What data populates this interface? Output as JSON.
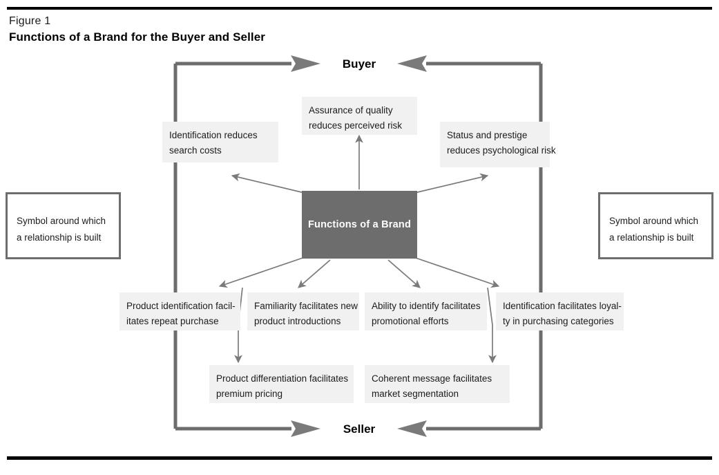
{
  "figure": {
    "label": "Figure 1",
    "title": "Functions of a Brand for the Buyer and Seller"
  },
  "diagram": {
    "type": "concept-map",
    "center": {
      "label": "Functions of a Brand"
    },
    "poles": {
      "top": "Buyer",
      "bottom": "Seller"
    },
    "buyer_functions": [
      {
        "id": "identification-reduces-search-costs",
        "line1": "Identification reduces",
        "line2": "search costs"
      },
      {
        "id": "assurance-of-quality",
        "line1": "Assurance of quality",
        "line2": "reduces perceived risk"
      },
      {
        "id": "status-and-prestige",
        "line1": "Status and prestige",
        "line2": "reduces psychological risk"
      }
    ],
    "seller_functions": [
      {
        "id": "product-identification-repeat-purchase",
        "line1": "Product identification facil-",
        "line2": "itates repeat purchase"
      },
      {
        "id": "familiarity-new-product-introductions",
        "line1": "Familiarity facilitates new",
        "line2": "product introductions"
      },
      {
        "id": "ability-to-identify-promotional-efforts",
        "line1": "Ability to identify facilitates",
        "line2": "promotional efforts"
      },
      {
        "id": "identification-loyalty-purchasing-categories",
        "line1": "Identification facilitates loyal-",
        "line2": "ty in purchasing categories"
      },
      {
        "id": "product-differentiation-premium-pricing",
        "line1": "Product differentiation facilitates",
        "line2": "premium pricing"
      },
      {
        "id": "coherent-message-market-segmentation",
        "line1": "Coherent message facilitates",
        "line2": "market segmentation"
      }
    ],
    "side_notes": [
      {
        "id": "symbol-relationship-left",
        "line1": "Symbol around which",
        "line2": "a relationship is built"
      },
      {
        "id": "symbol-relationship-right",
        "line1": "Symbol around which",
        "line2": "a relationship is built"
      }
    ],
    "colors": {
      "center_fill": "#6d6d6d",
      "box_fill": "#f1f1f1",
      "line": "#6d6d6d",
      "arrow": "#7a7a7a",
      "rule": "#000000",
      "text": "#1b1b1b",
      "center_text": "#ffffff"
    }
  }
}
